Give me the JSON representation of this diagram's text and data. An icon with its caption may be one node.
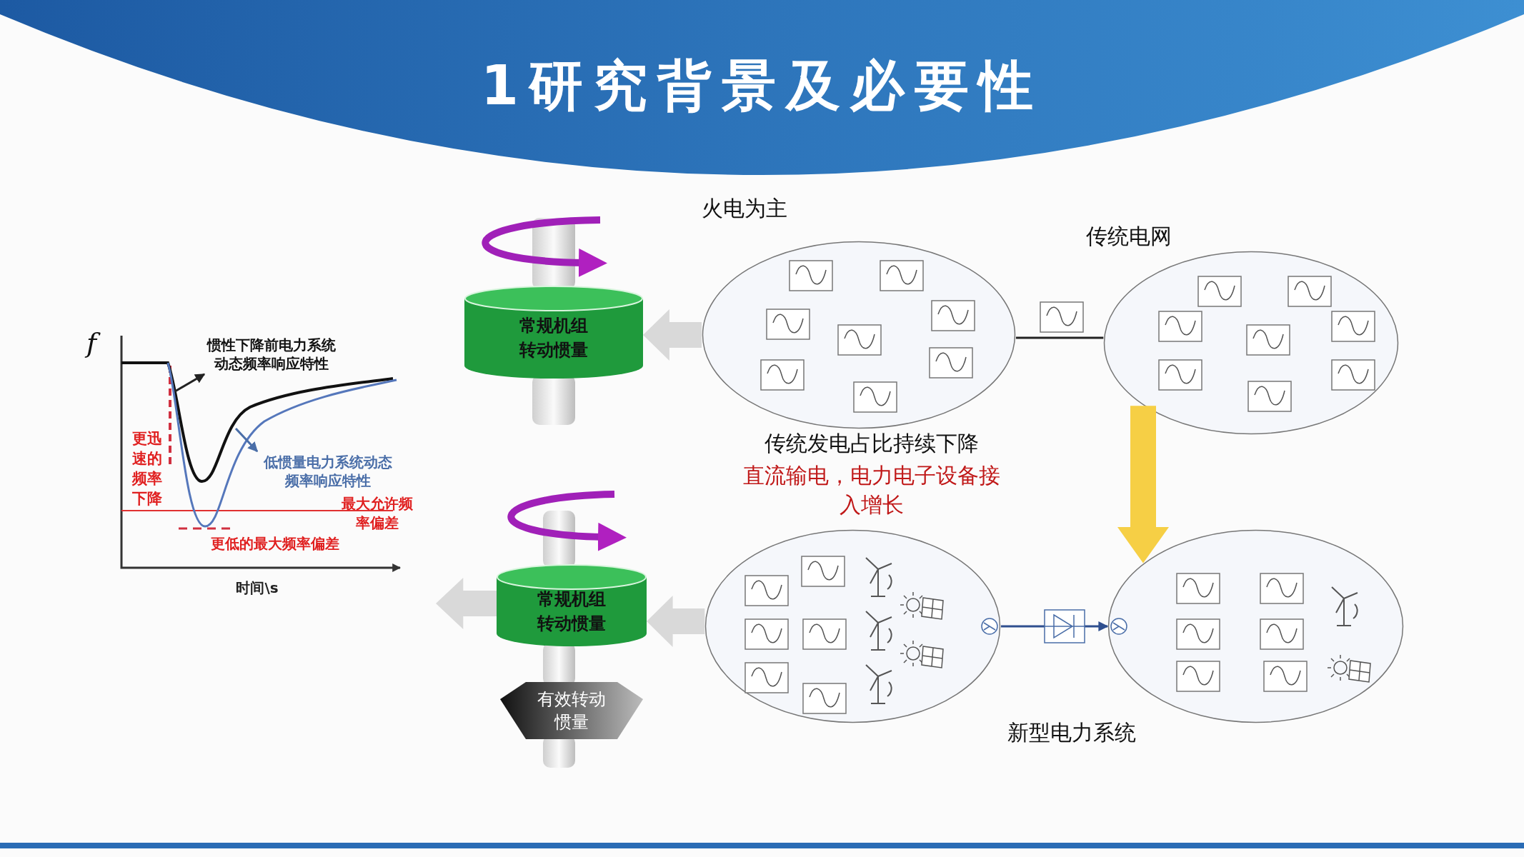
{
  "diagram": {
    "title": "1研究背景及必要性",
    "nodes": [
      {
        "text": [
          "常规机组转动惯量"
        ]
      },
      {
        "text": [
          "常规机组转动惯量"
        ]
      },
      {
        "text": [
          "有效转动惯量"
        ]
      },
      {
        "text": [],
        "shape": "picture"
      },
      {
        "text": [
          "惯性下降前电力系统动态频率响应特性"
        ],
        "in": 3
      },
      {
        "text": [
          "低惯量电力系统动态频率响应特性"
        ],
        "in": 3
      },
      {
        "text": [],
        "shape": "ellipse",
        "beside": [
          "火电为主"
        ]
      },
      {
        "text": [],
        "shape": "ellipse"
      },
      {
        "text": [],
        "shape": "ellipse"
      },
      {
        "text": [],
        "shape": "ellipse"
      }
    ],
    "edges": [
      {
        "from": 6,
        "to": 0,
        "arrow": "to",
        "style": "thick",
        "color": "#d9d9d9"
      },
      {
        "from": 8,
        "to": 1,
        "arrow": "to",
        "style": "thick",
        "color": "#d9d9d9"
      },
      {
        "from": 1,
        "to": 3,
        "arrow": "to",
        "style": "thick",
        "color": "#d9d9d9"
      },
      {
        "from": 6,
        "to": 7,
        "arrow": "none",
        "color": "#222222"
      },
      {
        "from": 8,
        "to": 9,
        "arrow": "to",
        "color": "#2f4f8f"
      },
      {
        "from": 7,
        "to": 9,
        "arrow": "to",
        "style": "thick",
        "color": "#f6cf45"
      },
      {
        "from": null,
        "to": 4,
        "arrow": "to",
        "color": "#222222"
      },
      {
        "from": null,
        "to": 5,
        "arrow": "to",
        "color": "#4a6ea8"
      }
    ],
    "labels": [
      "传统电网",
      "传统发电占比持续下降",
      "直流输电，电力电子设备接入增长",
      "新型电力系统",
      "f",
      "更迅速的频率下降",
      "最大允许频率偏差",
      "更低的最大频率偏差",
      "时间\\s"
    ]
  }
}
